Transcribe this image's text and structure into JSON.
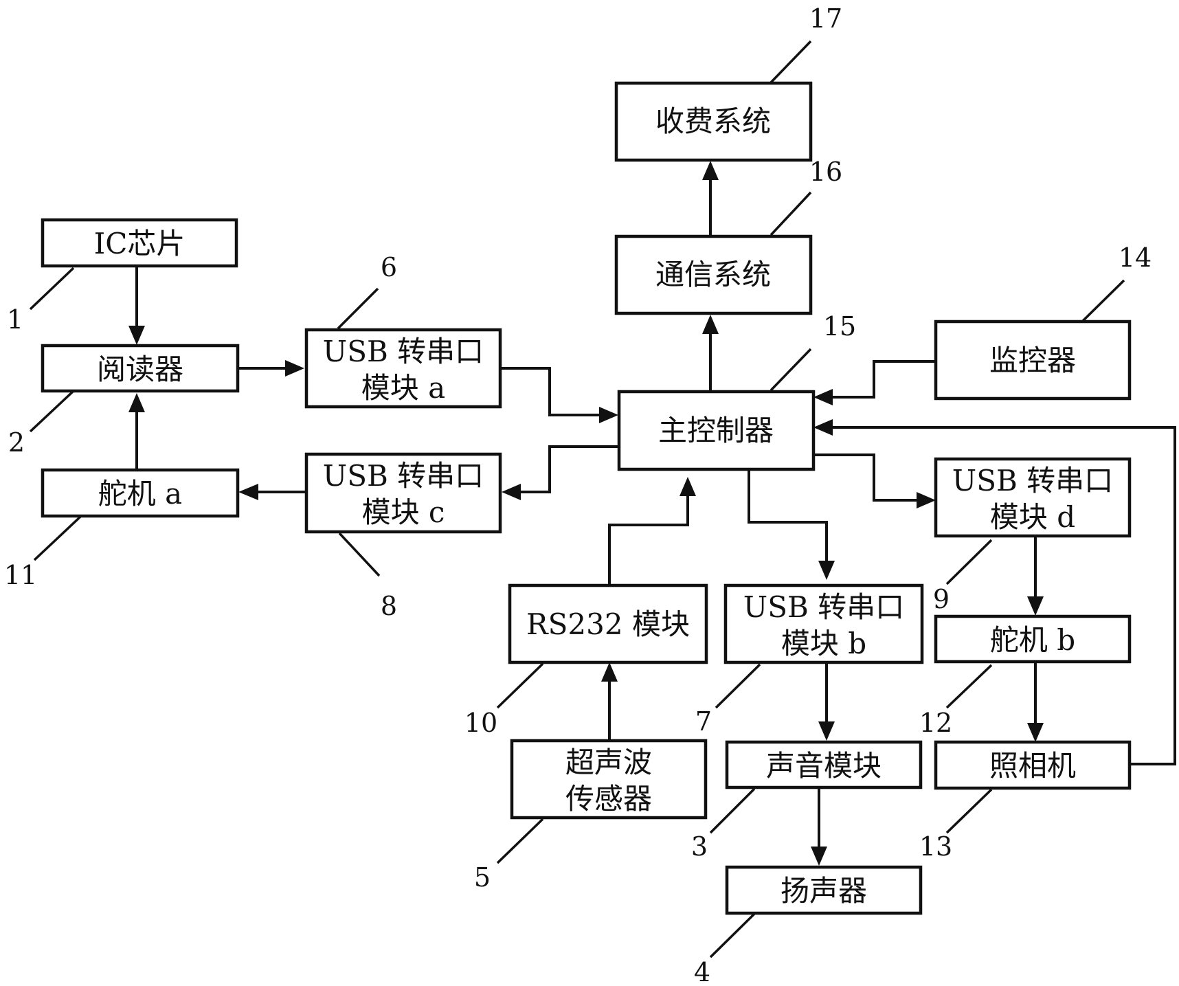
{
  "blocks": {
    "ic_chip": "IC芯片",
    "reader": "阅读器",
    "servo_a": "舵机 a",
    "usb_a": [
      "USB 转串口",
      "模块 a"
    ],
    "usb_c": [
      "USB 转串口",
      "模块 c"
    ],
    "main_controller": "主控制器",
    "comm_system": "通信系统",
    "toll_system": "收费系统",
    "monitor": "监控器",
    "usb_d": [
      "USB 转串口",
      "模块 d"
    ],
    "servo_b": "舵机 b",
    "camera": "照相机",
    "rs232": "RS232 模块",
    "ultrasonic": [
      "超声波",
      "传感器"
    ],
    "usb_b": [
      "USB 转串口",
      "模块 b"
    ],
    "sound_module": "声音模块",
    "speaker": "扬声器"
  },
  "refs": {
    "ic_chip": "1",
    "reader": "2",
    "sound_module": "3",
    "speaker": "4",
    "ultrasonic": "5",
    "usb_a": "6",
    "usb_b": "7",
    "usb_c": "8",
    "usb_d": "9",
    "rs232": "10",
    "servo_a": "11",
    "servo_b": "12",
    "camera": "13",
    "monitor": "14",
    "main_controller": "15",
    "comm_system": "16",
    "toll_system": "17"
  },
  "connections": [
    {
      "from": "ic_chip",
      "to": "reader"
    },
    {
      "from": "reader",
      "to": "usb_a"
    },
    {
      "from": "usb_a",
      "to": "main_controller"
    },
    {
      "from": "main_controller",
      "to": "usb_c"
    },
    {
      "from": "usb_c",
      "to": "servo_a"
    },
    {
      "from": "servo_a",
      "to": "reader"
    },
    {
      "from": "main_controller",
      "to": "comm_system"
    },
    {
      "from": "comm_system",
      "to": "toll_system"
    },
    {
      "from": "monitor",
      "to": "main_controller"
    },
    {
      "from": "camera",
      "to": "main_controller"
    },
    {
      "from": "main_controller",
      "to": "usb_d"
    },
    {
      "from": "usb_d",
      "to": "servo_b"
    },
    {
      "from": "servo_b",
      "to": "camera"
    },
    {
      "from": "rs232",
      "to": "main_controller"
    },
    {
      "from": "ultrasonic",
      "to": "rs232"
    },
    {
      "from": "main_controller",
      "to": "usb_b"
    },
    {
      "from": "usb_b",
      "to": "sound_module"
    },
    {
      "from": "sound_module",
      "to": "speaker"
    }
  ]
}
